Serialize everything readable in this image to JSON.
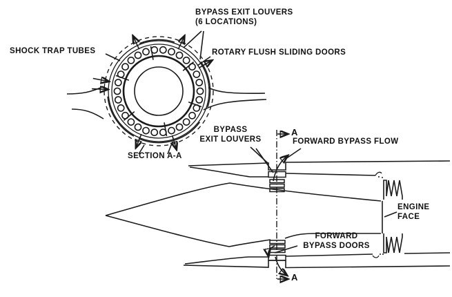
{
  "figure": {
    "colors": {
      "ink": "#1a1a1a",
      "background": "#ffffff"
    },
    "section_view": {
      "labels": {
        "bypass_exit_louvers_line1": "BYPASS EXIT LOUVERS",
        "bypass_exit_louvers_line2": "(6 LOCATIONS)",
        "shock_trap_tubes": "SHOCK TRAP TUBES",
        "rotary_flush_sliding_doors": "ROTARY FLUSH SLIDING DOORS",
        "section_title": "SECTION A-A"
      }
    },
    "side_view": {
      "labels": {
        "bypass_exit_louvers_line1": "BYPASS",
        "bypass_exit_louvers_line2": "EXIT LOUVERS",
        "forward_bypass_flow": "FORWARD BYPASS FLOW",
        "engine_face_line1": "ENGINE",
        "engine_face_line2": "FACE",
        "forward_bypass_doors_line1": "FORWARD",
        "forward_bypass_doors_line2": "BYPASS DOORS",
        "section_marker_top": "A",
        "section_marker_bottom": "A"
      }
    }
  }
}
